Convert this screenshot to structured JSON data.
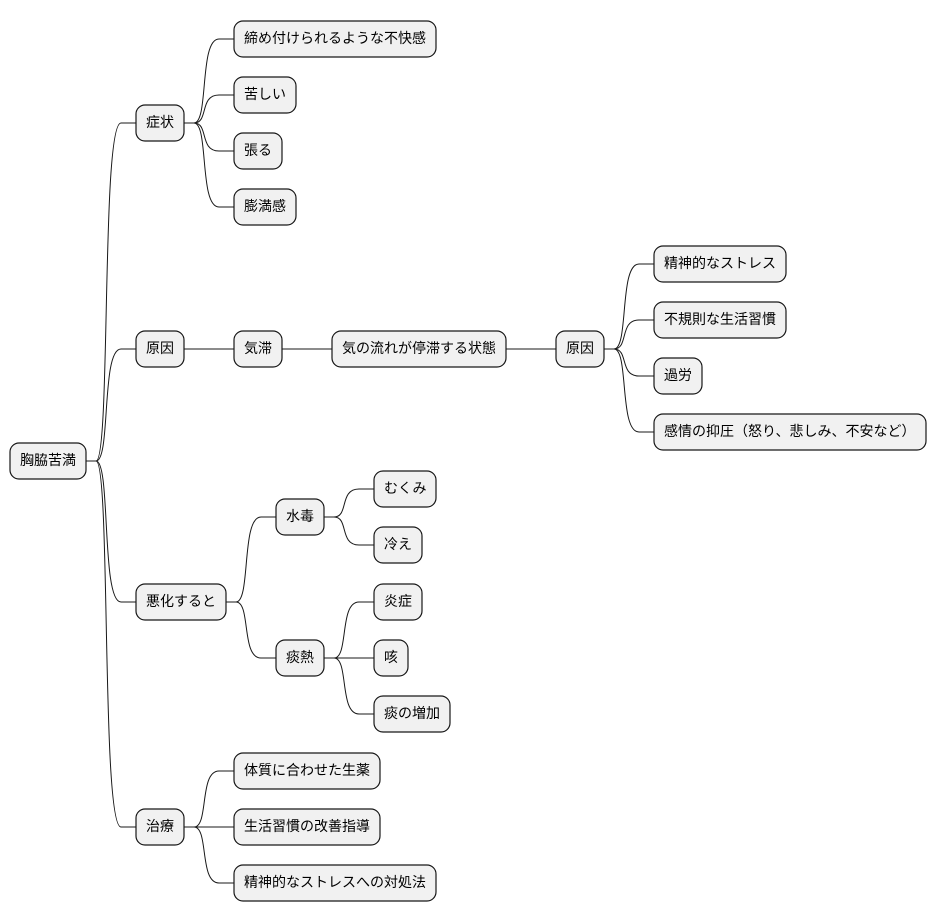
{
  "mindmap": {
    "root": {
      "label": "胸脇苦満",
      "children": [
        {
          "label": "症状",
          "children": [
            {
              "label": "締め付けられるような不快感"
            },
            {
              "label": "苦しい"
            },
            {
              "label": "張る"
            },
            {
              "label": "膨満感"
            }
          ]
        },
        {
          "label": "原因",
          "children": [
            {
              "label": "気滞",
              "children": [
                {
                  "label": "気の流れが停滞する状態",
                  "children": [
                    {
                      "label": "原因",
                      "children": [
                        {
                          "label": "精神的なストレス"
                        },
                        {
                          "label": "不規則な生活習慣"
                        },
                        {
                          "label": "過労"
                        },
                        {
                          "label": "感情の抑圧（怒り、悲しみ、不安など）"
                        }
                      ]
                    }
                  ]
                }
              ]
            }
          ]
        },
        {
          "label": "悪化すると",
          "children": [
            {
              "label": "水毒",
              "children": [
                {
                  "label": "むくみ"
                },
                {
                  "label": "冷え"
                }
              ]
            },
            {
              "label": "痰熱",
              "children": [
                {
                  "label": "炎症"
                },
                {
                  "label": "咳"
                },
                {
                  "label": "痰の増加"
                }
              ]
            }
          ]
        },
        {
          "label": "治療",
          "children": [
            {
              "label": "体質に合わせた生薬"
            },
            {
              "label": "生活習慣の改善指導"
            },
            {
              "label": "精神的なストレスへの対処法"
            }
          ]
        }
      ]
    }
  }
}
